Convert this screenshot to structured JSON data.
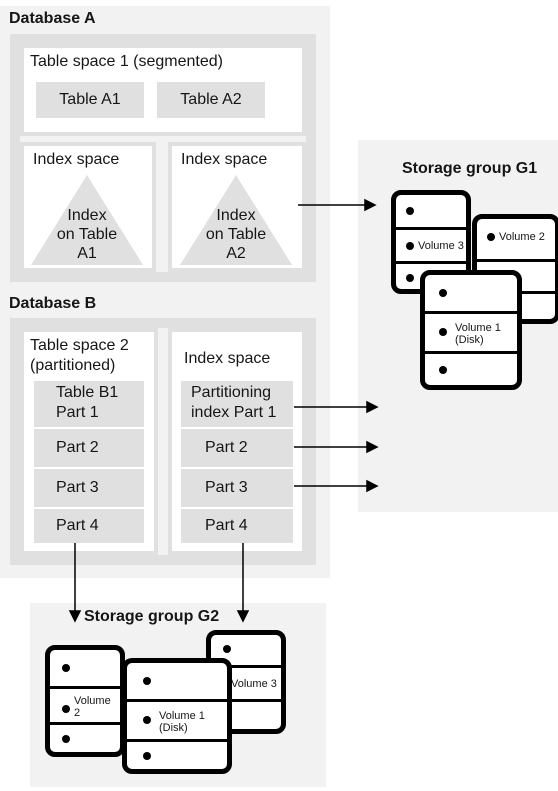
{
  "database_a": {
    "title": "Database A",
    "table_space": "Table space 1 (segmented)",
    "tables": [
      "Table A1",
      "Table A2"
    ],
    "index_spaces": [
      {
        "label": "Index space",
        "index_lines": [
          "Index",
          "on Table",
          "A1"
        ]
      },
      {
        "label": "Index space",
        "index_lines": [
          "Index",
          "on Table",
          "A2"
        ]
      }
    ]
  },
  "database_b": {
    "title": "Database B",
    "table_space_lines": [
      "Table space 2",
      "(partitioned)"
    ],
    "table_parts": [
      [
        "Table B1",
        "Part 1"
      ],
      [
        "Part 2"
      ],
      [
        "Part 3"
      ],
      [
        "Part 4"
      ]
    ],
    "index_space": "Index space",
    "index_parts": [
      [
        "Partitioning",
        "index Part 1"
      ],
      [
        "Part 2"
      ],
      [
        "Part 3"
      ],
      [
        "Part 4"
      ]
    ]
  },
  "storage_g1": {
    "title": "Storage group G1",
    "volumes": {
      "v3": "Volume 3",
      "v2": "Volume 2",
      "v1_lines": [
        "Volume 1",
        "(Disk)"
      ]
    }
  },
  "storage_g2": {
    "title": "Storage group G2",
    "volumes": {
      "v2_lines": [
        "Volume",
        "2"
      ],
      "v1_lines": [
        "Volume 1",
        "(Disk)"
      ],
      "v3": "Volume 3"
    }
  }
}
